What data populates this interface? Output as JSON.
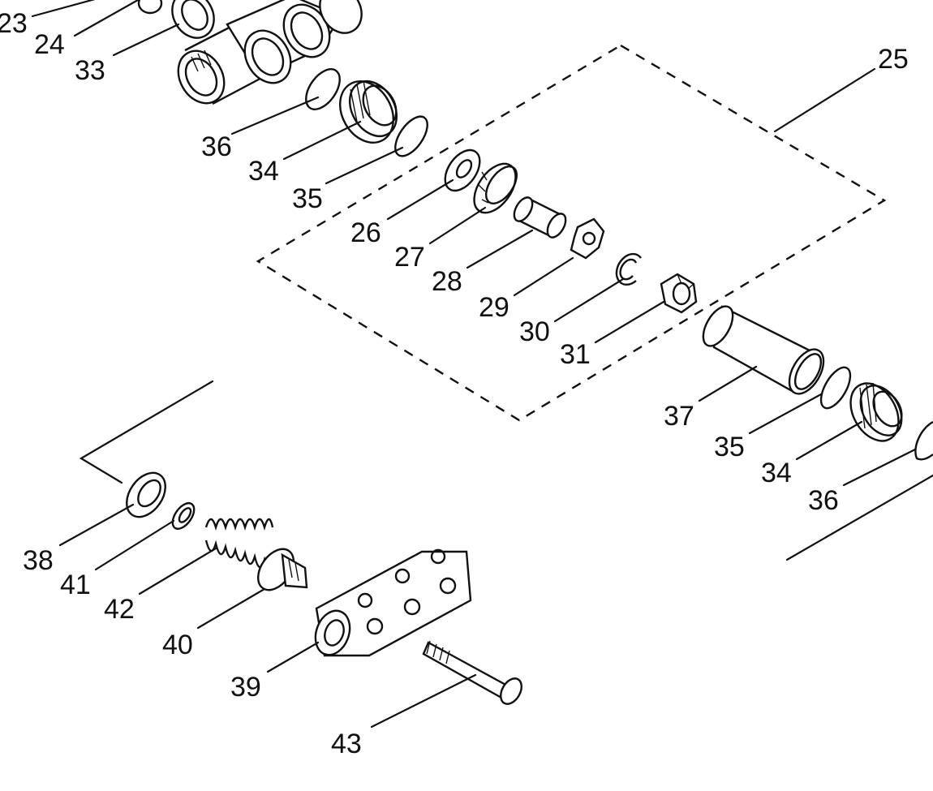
{
  "diagram": {
    "labels": {
      "l23": "23",
      "l24": "24",
      "l33": "33",
      "l25": "25",
      "l36a": "36",
      "l34a": "34",
      "l35a": "35",
      "l26": "26",
      "l27": "27",
      "l28": "28",
      "l29": "29",
      "l30": "30",
      "l31": "31",
      "l37": "37",
      "l35b": "35",
      "l34b": "34",
      "l36b": "36",
      "l38": "38",
      "l41": "41",
      "l42": "42",
      "l40": "40",
      "l39": "39",
      "l43": "43"
    }
  }
}
